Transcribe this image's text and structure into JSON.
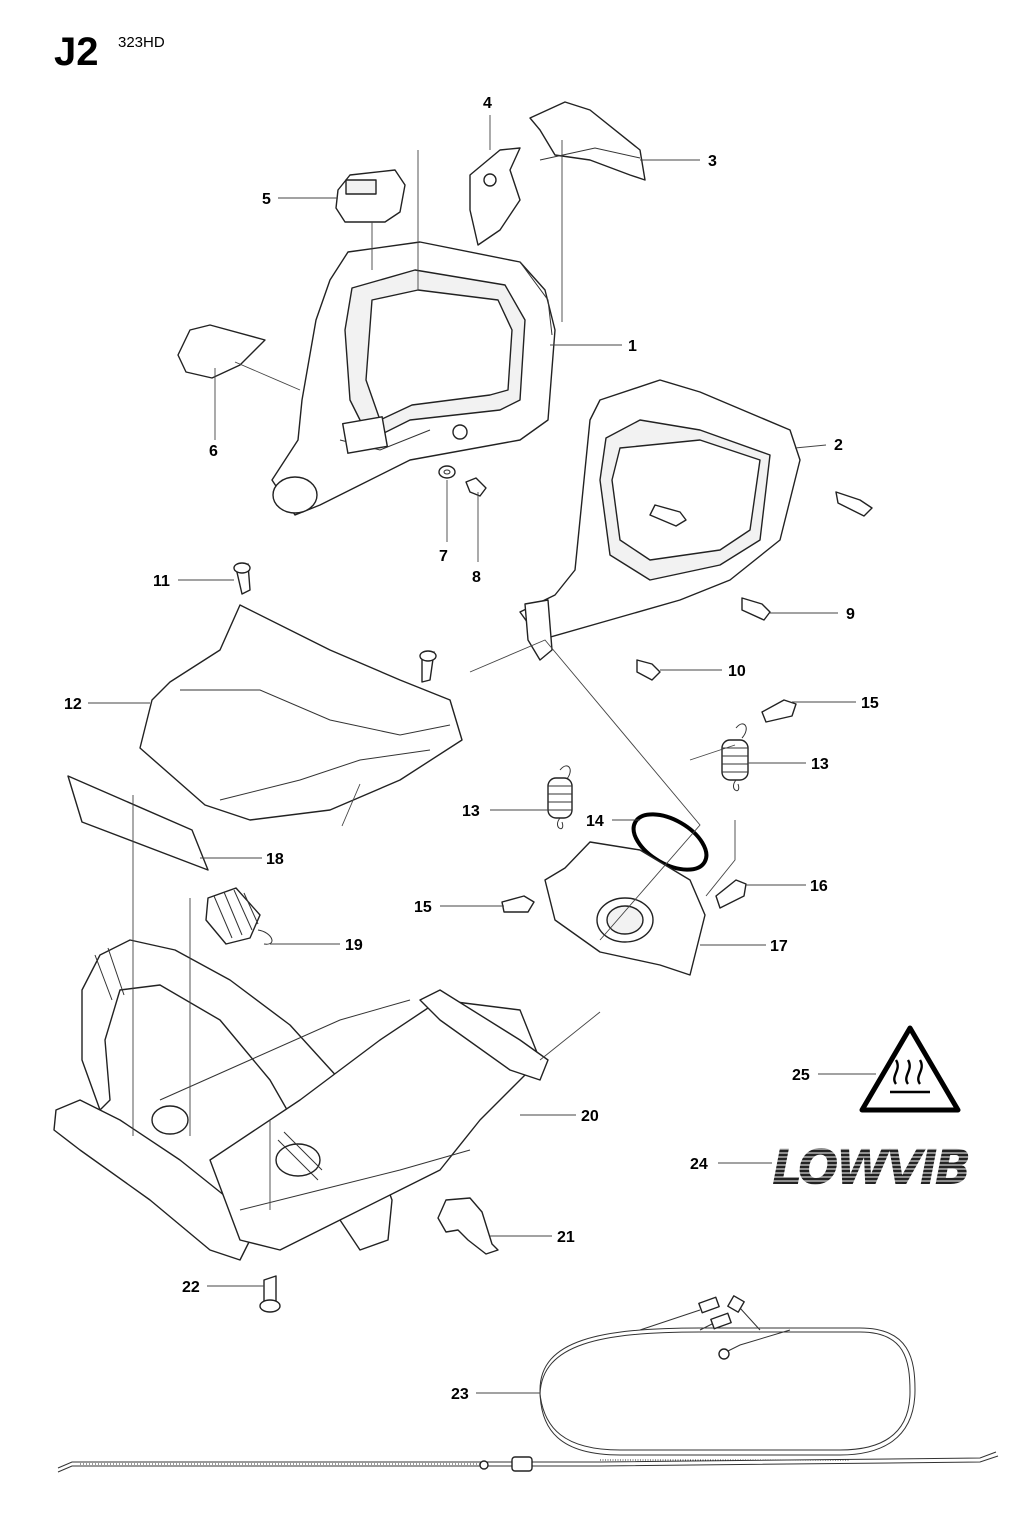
{
  "header": {
    "page_code": "J2",
    "model": "323HD"
  },
  "callouts": [
    {
      "id": "c1",
      "label": "1"
    },
    {
      "id": "c2",
      "label": "2"
    },
    {
      "id": "c3",
      "label": "3"
    },
    {
      "id": "c4",
      "label": "4"
    },
    {
      "id": "c5",
      "label": "5"
    },
    {
      "id": "c6",
      "label": "6"
    },
    {
      "id": "c7",
      "label": "7"
    },
    {
      "id": "c8",
      "label": "8"
    },
    {
      "id": "c9",
      "label": "9"
    },
    {
      "id": "c10",
      "label": "10"
    },
    {
      "id": "c11",
      "label": "11"
    },
    {
      "id": "c12",
      "label": "12"
    },
    {
      "id": "c13a",
      "label": "13"
    },
    {
      "id": "c13b",
      "label": "13"
    },
    {
      "id": "c14",
      "label": "14"
    },
    {
      "id": "c15a",
      "label": "15"
    },
    {
      "id": "c15b",
      "label": "15"
    },
    {
      "id": "c16",
      "label": "16"
    },
    {
      "id": "c17",
      "label": "17"
    },
    {
      "id": "c18",
      "label": "18"
    },
    {
      "id": "c19",
      "label": "19"
    },
    {
      "id": "c20",
      "label": "20"
    },
    {
      "id": "c21",
      "label": "21"
    },
    {
      "id": "c22",
      "label": "22"
    },
    {
      "id": "c23",
      "label": "23"
    },
    {
      "id": "c24",
      "label": "24"
    },
    {
      "id": "c25",
      "label": "25"
    }
  ],
  "decals": {
    "lowvib_text": "LOWVIB"
  },
  "colors": {
    "line": "#222222",
    "warning_fill": "#ffffff"
  }
}
